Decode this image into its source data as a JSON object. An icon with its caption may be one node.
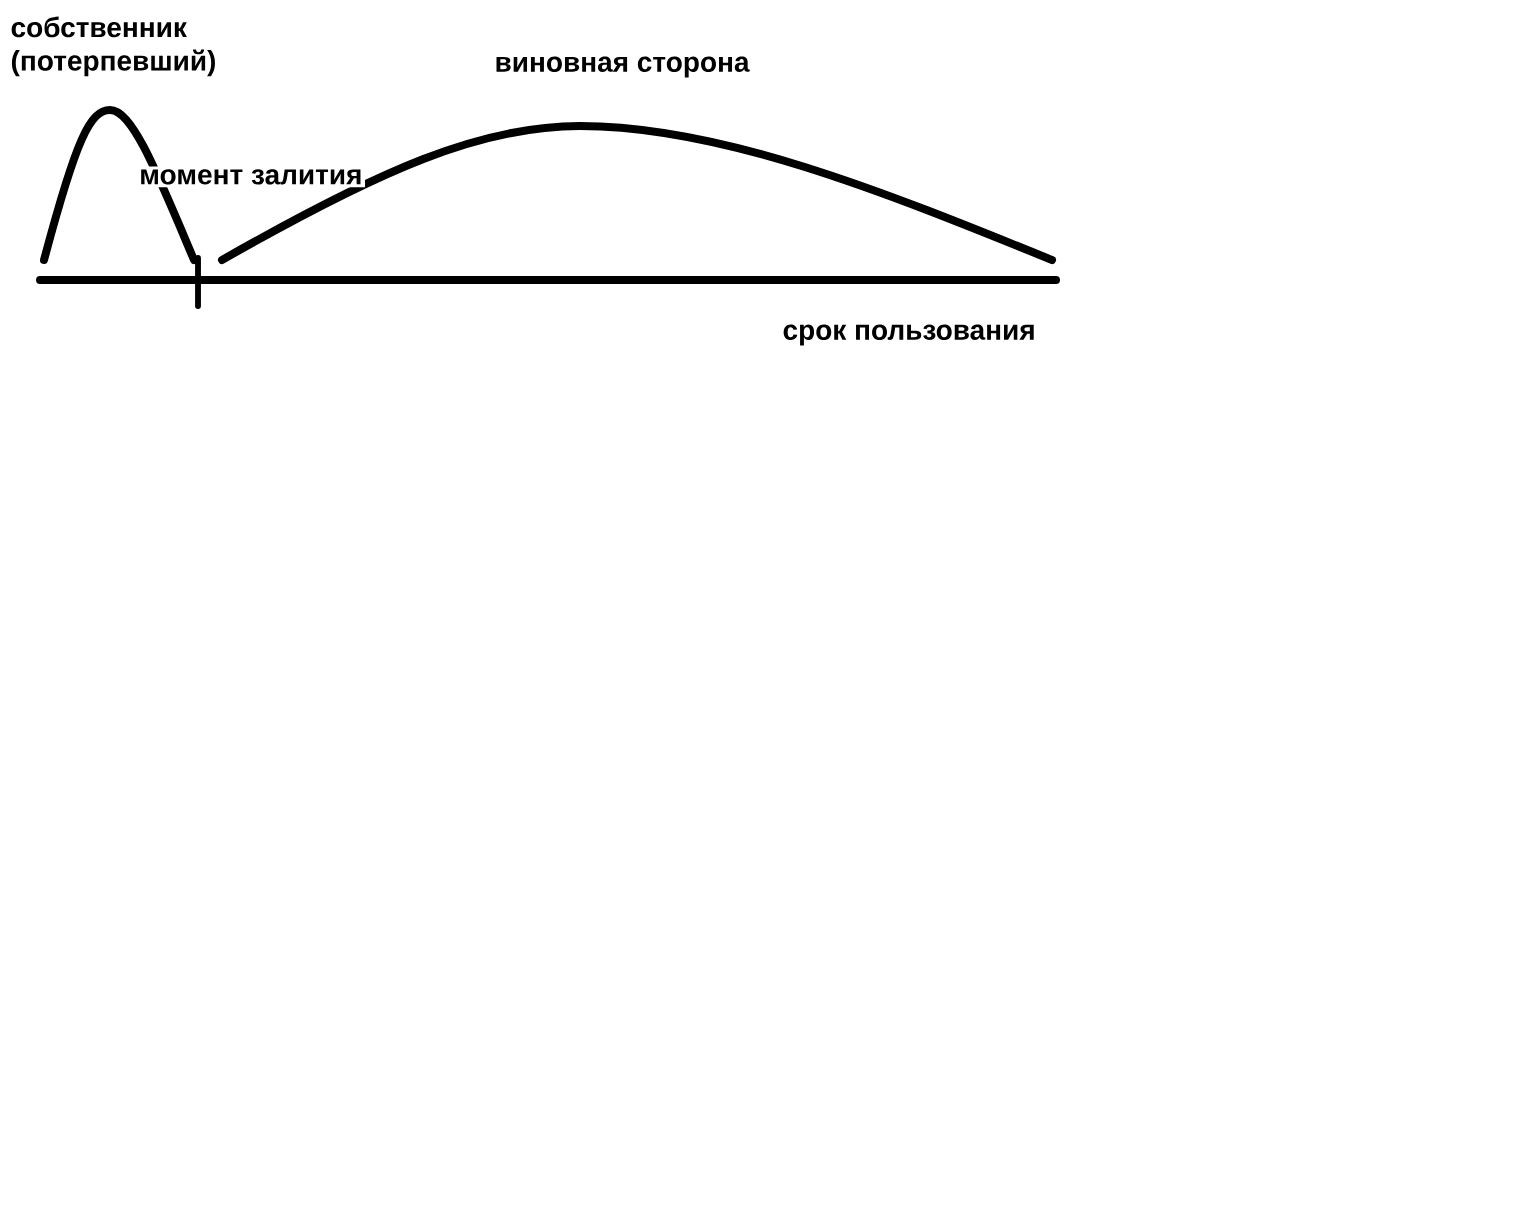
{
  "diagram": {
    "labels": [
      "собственник (потерпевший)",
      "виновная сторона",
      "момент залития",
      "срок пользования"
    ]
  }
}
